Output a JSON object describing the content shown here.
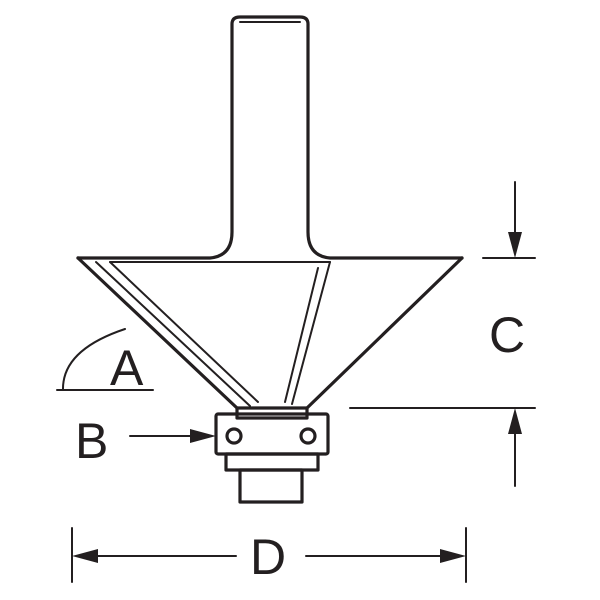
{
  "labels": {
    "a": "A",
    "b": "B",
    "c": "C",
    "d": "D"
  },
  "colors": {
    "line": "#231f20",
    "background": "#ffffff"
  }
}
